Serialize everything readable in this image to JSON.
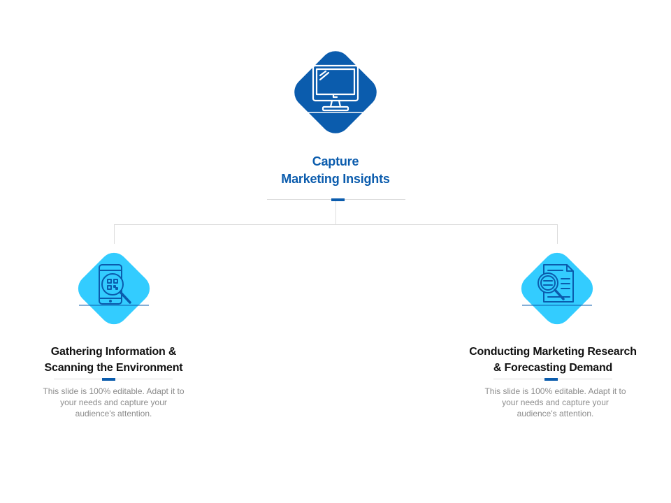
{
  "colors": {
    "primary_dark": "#0b5cad",
    "primary_light": "#33ccff",
    "connector": "#dcdcdc",
    "desc_text": "#8c8c8c"
  },
  "root": {
    "icon": "monitor-icon",
    "title_line1": "Capture",
    "title_line2": "Marketing Insights"
  },
  "children": [
    {
      "icon": "mobile-qr-search-icon",
      "title_line1": "Gathering Information &",
      "title_line2": "Scanning the Environment",
      "desc_line1": "This slide is 100% editable. Adapt it to",
      "desc_line2": "your needs and capture your",
      "desc_line3": "audience's attention."
    },
    {
      "icon": "document-search-icon",
      "title_line1": "Conducting Marketing Research",
      "title_line2": "& Forecasting Demand",
      "desc_line1": "This slide is 100% editable. Adapt it to",
      "desc_line2": "your needs and capture your",
      "desc_line3": "audience's attention."
    }
  ]
}
